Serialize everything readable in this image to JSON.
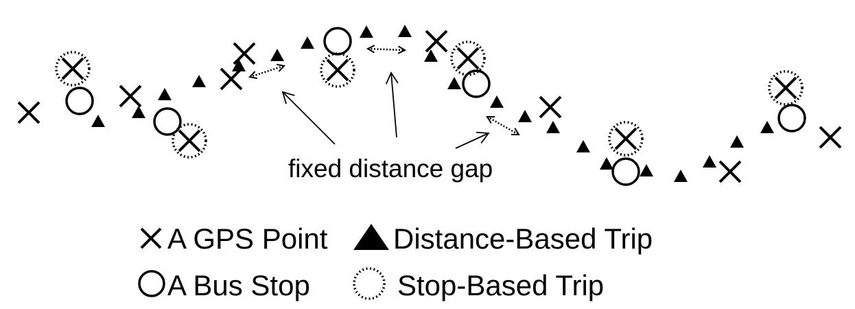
{
  "annotation": {
    "label": "fixed distance gap"
  },
  "legend": {
    "gps_point": "A GPS Point",
    "distance_trip": "Distance-Based Trip",
    "bus_stop": "A Bus Stop",
    "stop_trip": "Stop-Based Trip"
  },
  "marker_icons": {
    "gps_point": "cross-icon",
    "distance_trip": "filled-triangle-icon",
    "bus_stop": "circle-icon",
    "stop_trip": "dotted-circle-icon"
  },
  "colors": {
    "ink": "#000000",
    "background": "#ffffff"
  }
}
